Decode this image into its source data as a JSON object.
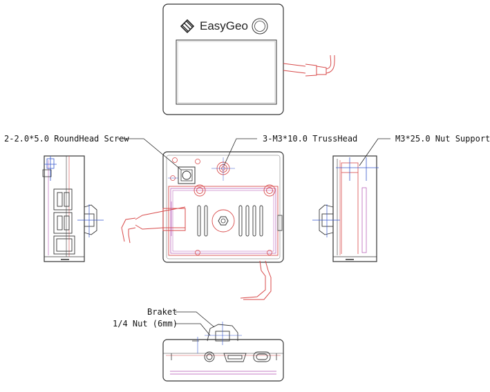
{
  "brand": {
    "name": "EasyGeo"
  },
  "callouts": {
    "screw": "2-2.0*5.0 RoundHead Screw",
    "trusshead": "3-M3*10.0 TrussHead",
    "nut_support": "M3*25.0 Nut Support",
    "braket": "Braket",
    "nut": "1/4 Nut (6mm)"
  },
  "colors": {
    "outline": "#333333",
    "red": "#d84a4a",
    "magenta": "#b04fb0",
    "blue": "#3355cc",
    "leader": "#222222"
  }
}
